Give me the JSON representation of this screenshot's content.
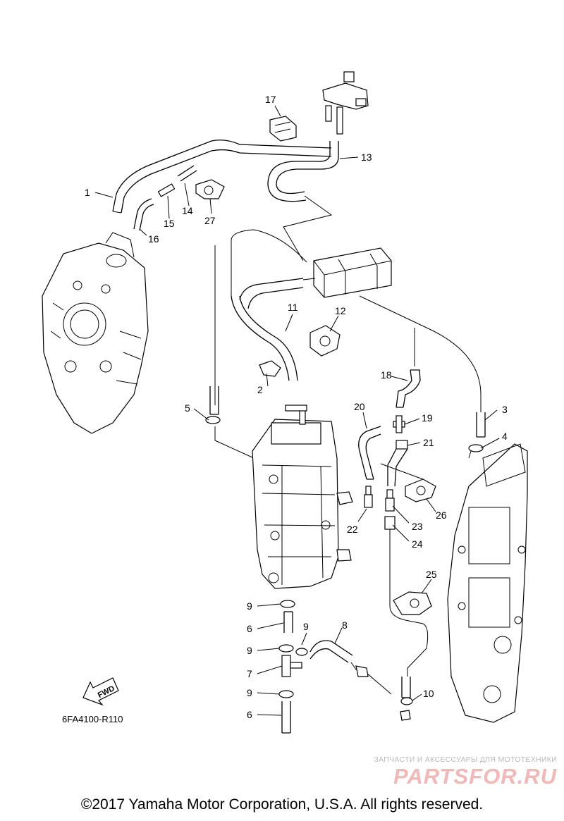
{
  "callouts": [
    {
      "label": "1"
    },
    {
      "label": "2"
    },
    {
      "label": "3"
    },
    {
      "label": "4"
    },
    {
      "label": "5"
    },
    {
      "label": "6"
    },
    {
      "label": "6"
    },
    {
      "label": "7"
    },
    {
      "label": "8"
    },
    {
      "label": "9"
    },
    {
      "label": "9"
    },
    {
      "label": "9"
    },
    {
      "label": "9"
    },
    {
      "label": "10"
    },
    {
      "label": "11"
    },
    {
      "label": "12"
    },
    {
      "label": "13"
    },
    {
      "label": "14"
    },
    {
      "label": "15"
    },
    {
      "label": "16"
    },
    {
      "label": "17"
    },
    {
      "label": "18"
    },
    {
      "label": "19"
    },
    {
      "label": "20"
    },
    {
      "label": "21"
    },
    {
      "label": "22"
    },
    {
      "label": "23"
    },
    {
      "label": "24"
    },
    {
      "label": "25"
    },
    {
      "label": "26"
    },
    {
      "label": "27"
    }
  ],
  "diagram_code": "6FA4100-R110",
  "fwd_label": "FWD",
  "watermark_caption": "ЗАПЧАСТИ И АКСЕССУАРЫ ДЛЯ МОТОТЕХНИКИ",
  "watermark_logo": "PARTSFOR.RU",
  "copyright": "©2017 Yamaha Motor Corporation, U.S.A. All rights reserved."
}
